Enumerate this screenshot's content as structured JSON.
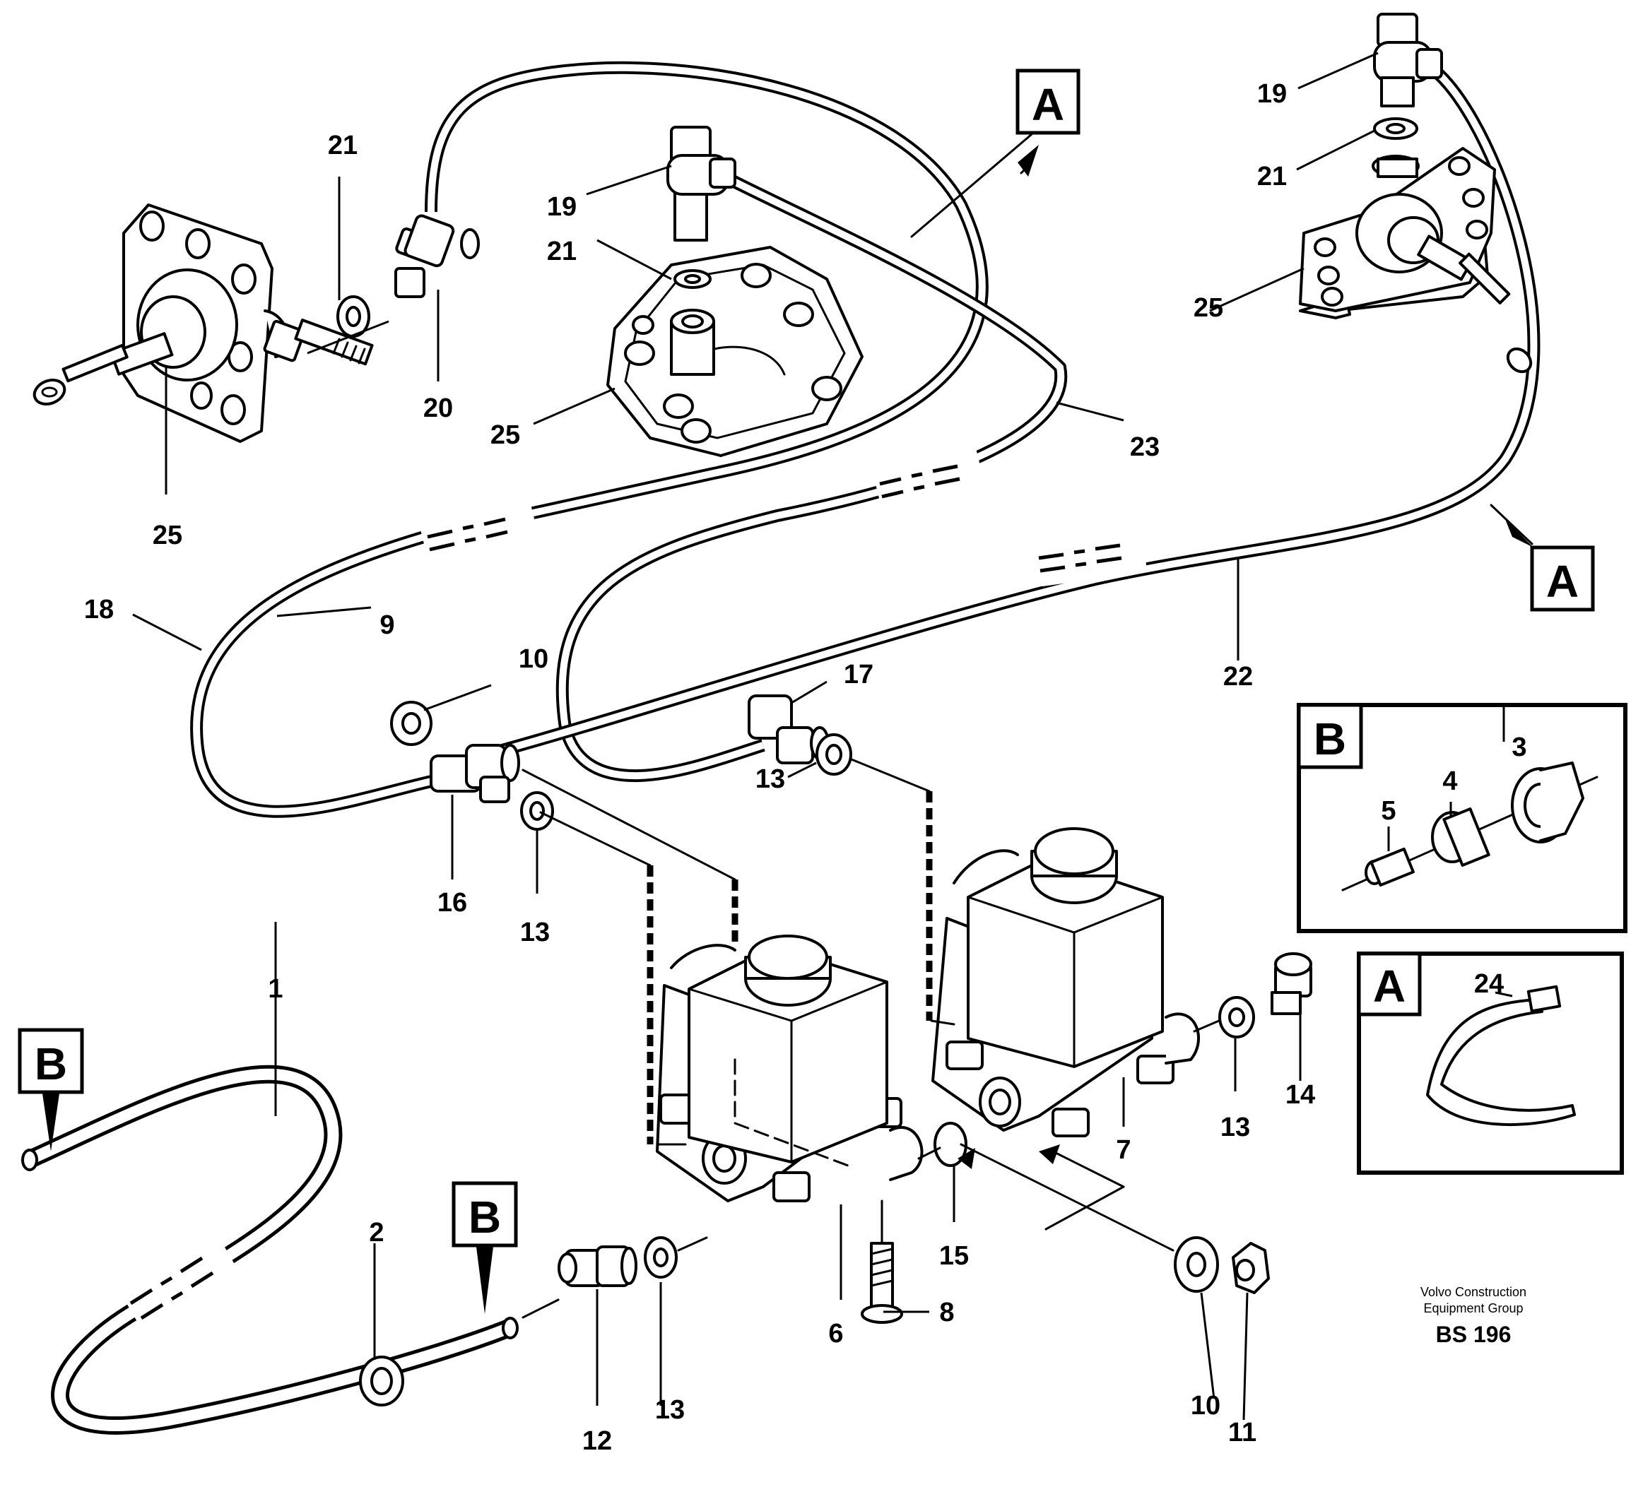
{
  "labels": {
    "p1": "1",
    "p2": "2",
    "p3": "3",
    "p4": "4",
    "p5": "5",
    "p6": "6",
    "p7": "7",
    "p8": "8",
    "p9": "9",
    "p10a": "10",
    "p10b": "10",
    "p11": "11",
    "p12": "12",
    "p13a": "13",
    "p13b": "13",
    "p13c": "13",
    "p13d": "13",
    "p14": "14",
    "p15": "15",
    "p16": "16",
    "p17": "17",
    "p18": "18",
    "p19a": "19",
    "p19b": "19",
    "p20": "20",
    "p21a": "21",
    "p21b": "21",
    "p21c": "21",
    "p22": "22",
    "p23": "23",
    "p24": "24",
    "p25a": "25",
    "p25b": "25",
    "p25c": "25"
  },
  "refs": {
    "a_top": "A",
    "a_right": "A",
    "a_detail": "A",
    "b_left": "B",
    "b_mid": "B",
    "b_detail": "B"
  },
  "credit": {
    "line1": "Volvo Construction",
    "line2": "Equipment Group",
    "code": "BS 196"
  }
}
